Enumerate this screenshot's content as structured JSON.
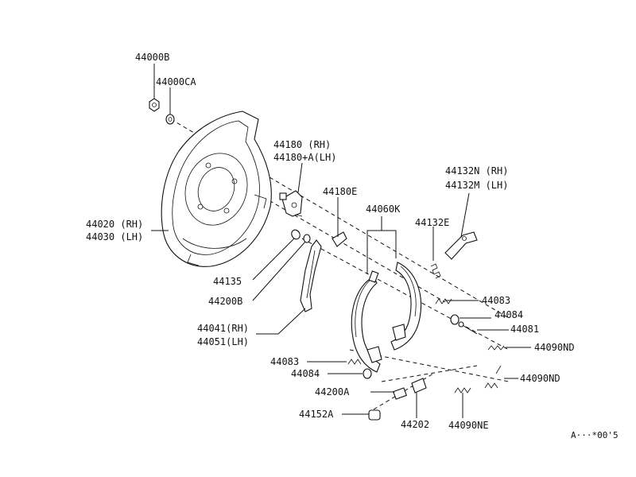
{
  "labels": {
    "p44000B": "44000B",
    "p44000CA": "44000CA",
    "p44180rh": "44180  (RH)",
    "p44180lh": "44180+A(LH)",
    "p44180E": "44180E",
    "p44060K": "44060K",
    "p44132E": "44132E",
    "p44132N": "44132N (RH)",
    "p44132M": "44132M (LH)",
    "p44020": "44020 (RH)",
    "p44030": "44030 (LH)",
    "p44135": "44135",
    "p44200B": "44200B",
    "p44041": "44041(RH)",
    "p44051": "44051(LH)",
    "p44083a": "44083",
    "p44084a": "44084",
    "p44081": "44081",
    "p44090ND1": "44090ND",
    "p44090ND2": "44090ND",
    "p44083b": "44083",
    "p44084b": "44084",
    "p44200A": "44200A",
    "p44152A": "44152A",
    "p44202": "44202",
    "p44090NE": "44090NE",
    "ref": "A···*00'5"
  }
}
